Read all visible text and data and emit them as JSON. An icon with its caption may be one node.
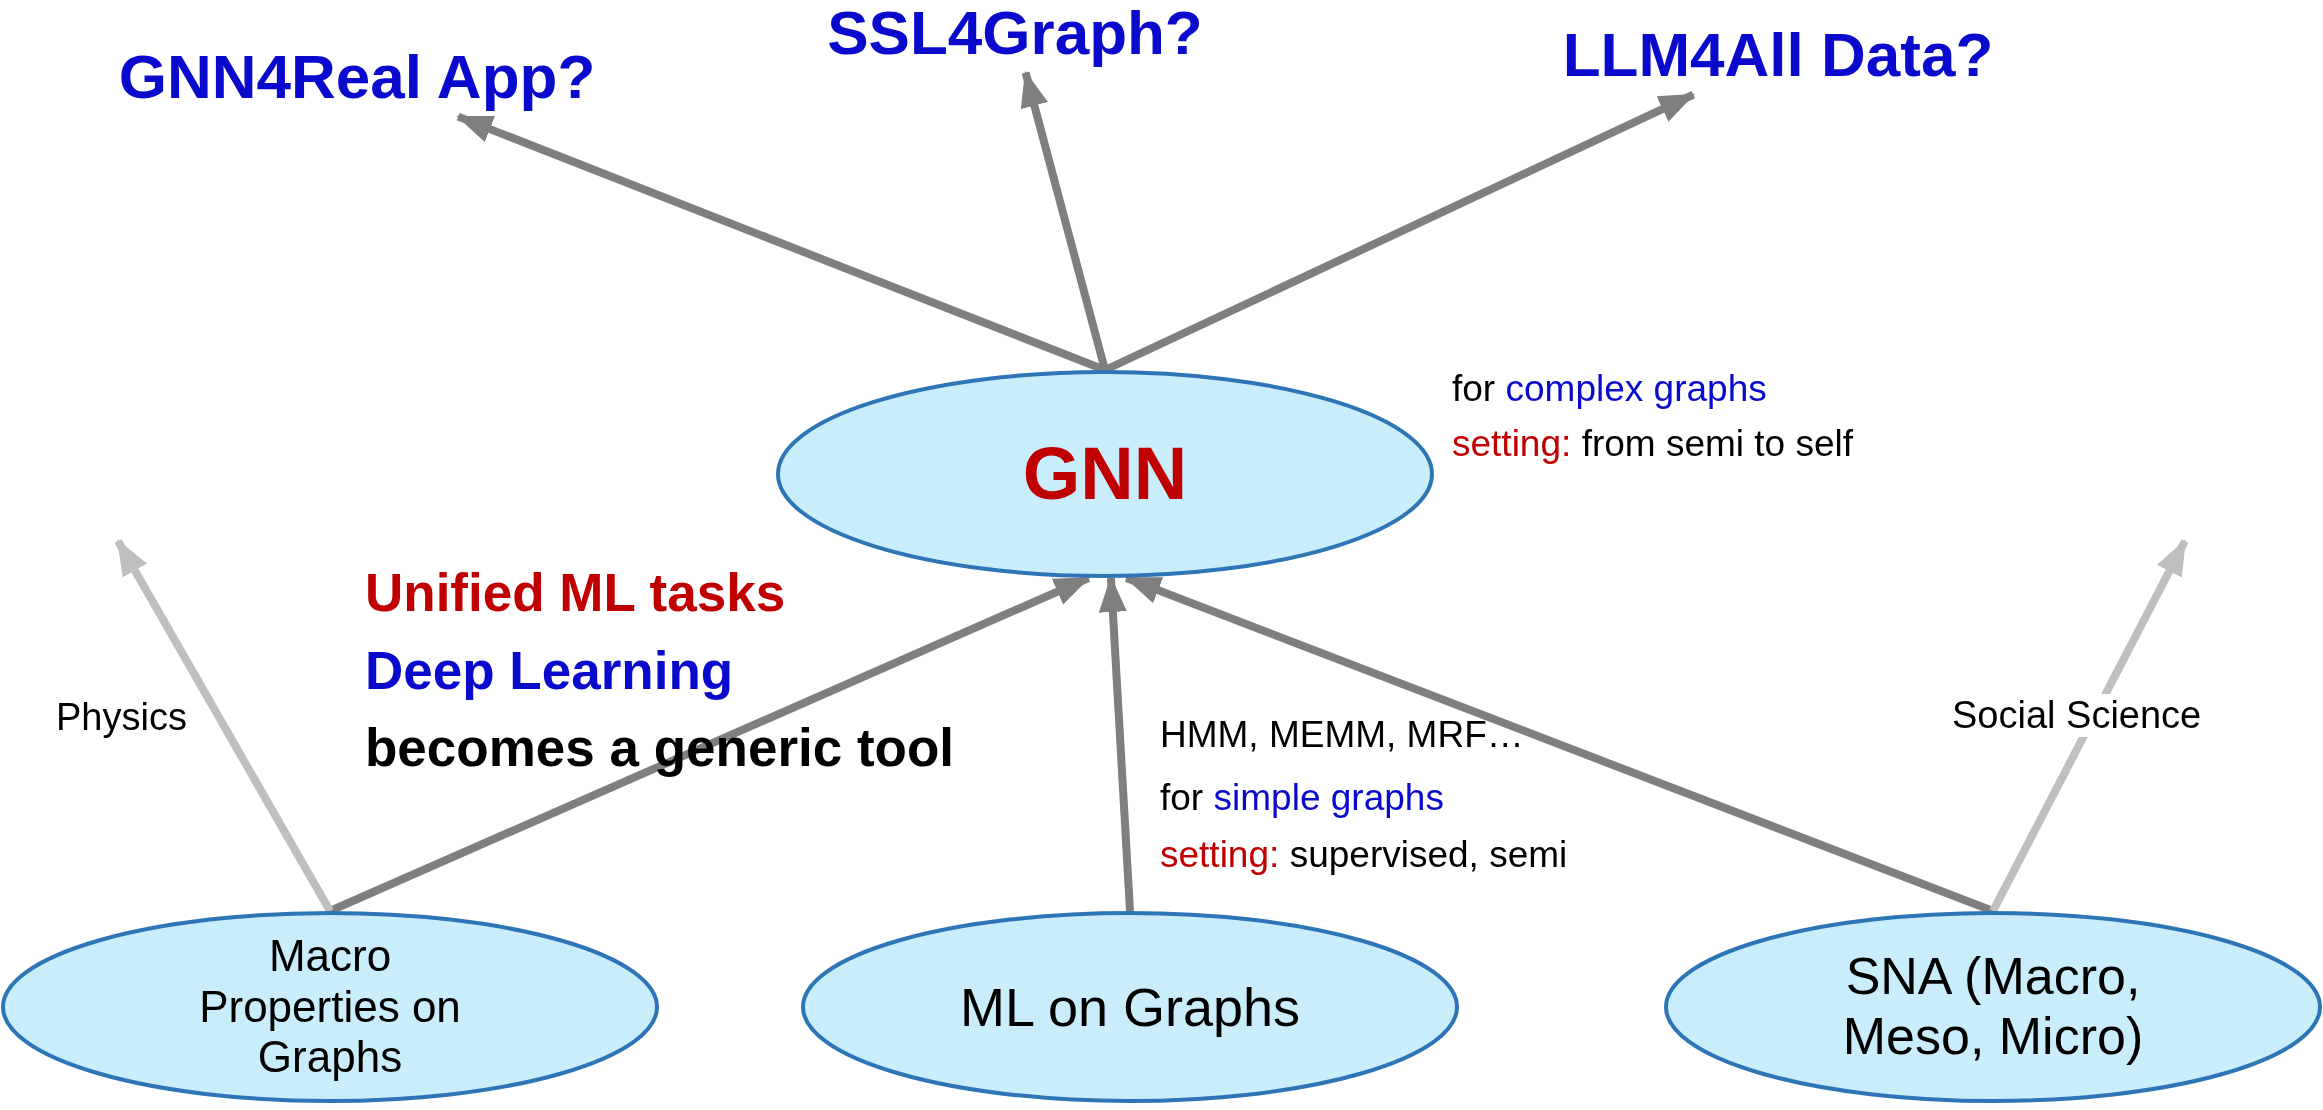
{
  "diagram": {
    "nodes": [
      {
        "text": [
          "GNN"
        ]
      },
      {
        "text": [
          "Macro Properties on Graphs"
        ]
      },
      {
        "text": [
          "ML on Graphs"
        ]
      },
      {
        "text": [
          "SNA (Macro, Meso, Micro)"
        ]
      },
      {
        "text": [
          "GNN4Real App?"
        ]
      },
      {
        "text": [
          "SSL4Graph?"
        ]
      },
      {
        "text": [
          "LLM4All Data?"
        ]
      }
    ],
    "edges": [
      {
        "from": 0,
        "to": 4,
        "arrow": "to"
      },
      {
        "from": 0,
        "to": 5,
        "arrow": "to"
      },
      {
        "from": 0,
        "to": 6,
        "arrow": "to"
      },
      {
        "from": 1,
        "to": 0,
        "arrow": "to"
      },
      {
        "from": 2,
        "to": 0,
        "arrow": "to"
      },
      {
        "from": 3,
        "to": 0,
        "arrow": "to"
      },
      {
        "from": 1,
        "to": null,
        "arrow": "to",
        "label": "Physics",
        "color": "#bfbfbf"
      },
      {
        "from": 3,
        "to": null,
        "arrow": "to",
        "label": "Social Science",
        "color": "#bfbfbf"
      }
    ],
    "labels": [
      "for",
      "complex graphs",
      "setting:",
      "from semi to self",
      "Unified ML tasks",
      "Deep Learning",
      "becomes a generic tool",
      "HMM, MEMM, MRF…",
      "for",
      "simple graphs",
      "setting:",
      "supervised, semi"
    ]
  }
}
